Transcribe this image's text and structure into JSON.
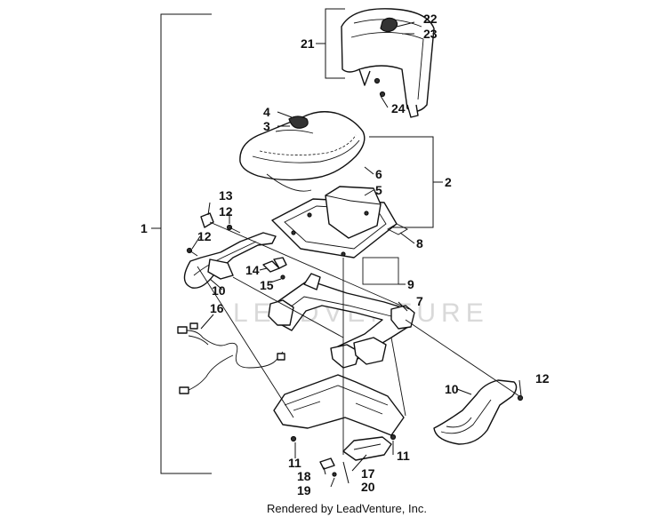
{
  "diagram": {
    "watermark": "LEADVENTURE",
    "footer_text": "Rendered by LeadVenture, Inc.",
    "callouts": [
      {
        "id": "c1",
        "label": "1"
      },
      {
        "id": "c2",
        "label": "2"
      },
      {
        "id": "c3",
        "label": "3"
      },
      {
        "id": "c4",
        "label": "4"
      },
      {
        "id": "c5",
        "label": "5"
      },
      {
        "id": "c6",
        "label": "6"
      },
      {
        "id": "c7",
        "label": "7"
      },
      {
        "id": "c8",
        "label": "8"
      },
      {
        "id": "c9",
        "label": "9"
      },
      {
        "id": "c10a",
        "label": "10"
      },
      {
        "id": "c10b",
        "label": "10"
      },
      {
        "id": "c11a",
        "label": "11"
      },
      {
        "id": "c11b",
        "label": "11"
      },
      {
        "id": "c12a",
        "label": "12"
      },
      {
        "id": "c12b",
        "label": "12"
      },
      {
        "id": "c12c",
        "label": "12"
      },
      {
        "id": "c13",
        "label": "13"
      },
      {
        "id": "c14",
        "label": "14"
      },
      {
        "id": "c15",
        "label": "15"
      },
      {
        "id": "c16",
        "label": "16"
      },
      {
        "id": "c17",
        "label": "17"
      },
      {
        "id": "c18",
        "label": "18"
      },
      {
        "id": "c19",
        "label": "19"
      },
      {
        "id": "c20",
        "label": "20"
      },
      {
        "id": "c21",
        "label": "21"
      },
      {
        "id": "c22",
        "label": "22"
      },
      {
        "id": "c23",
        "label": "23"
      },
      {
        "id": "c24",
        "label": "24"
      }
    ]
  }
}
